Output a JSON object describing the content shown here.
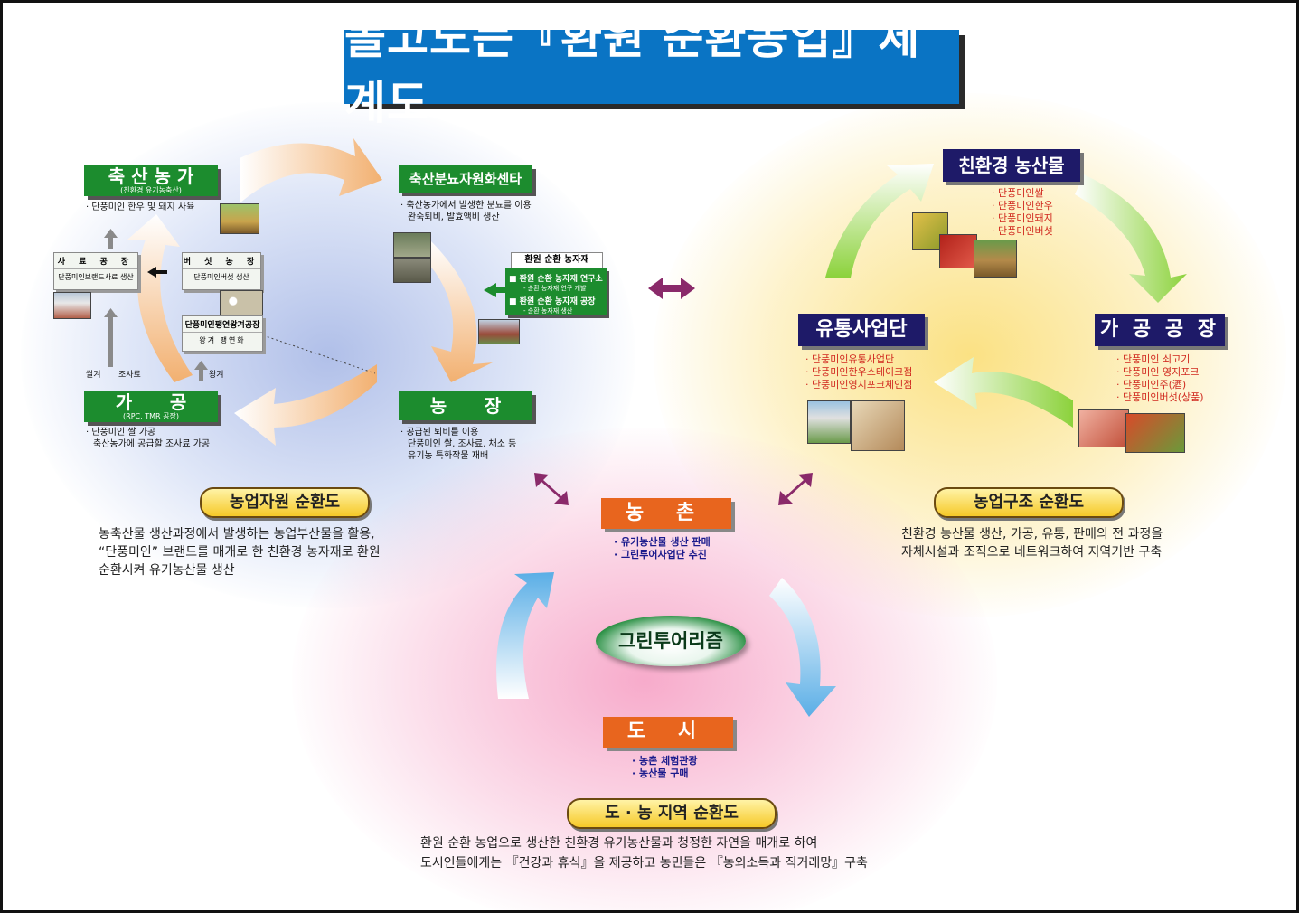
{
  "title": "돌고도는『환원 순환농업』체계도",
  "cycle1": {
    "livestock": {
      "label": "축 산 농 가",
      "sub": "(친환경 유기농축산)",
      "note": "· 단풍미인 한우 및 돼지 사육"
    },
    "feed_factory": {
      "label": "사 료 공 장",
      "body": "단풍미인브랜드사료 생산"
    },
    "mushroom": {
      "label": "버 섯 농 장",
      "body": "단풍미인버섯 생산"
    },
    "husk_factory": {
      "label": "단풍미인팽연왕겨공장",
      "body": "왕겨 팽연화"
    },
    "flow_labels": {
      "rice_husk": "쌀겨",
      "roughage": "조사료",
      "husk": "왕겨"
    },
    "processing": {
      "label": "가      공",
      "sub": "(RPC, TMR 공장)",
      "note1": "· 단풍미인 쌀 가공",
      "note2": "축산농가에 공급할 조사료 가공"
    },
    "manure_center": {
      "label": "축산분뇨자원화센타",
      "note1": "· 축산농가에서 발생한 분뇨를 이용",
      "note2": "완숙퇴비, 발효액비 생산"
    },
    "materials": {
      "title": "환원 순환 농자재",
      "item1": "■ 환원 순환 농자재 연구소",
      "item1_sub": "- 순환 농자재 연구 개발",
      "item2": "■ 환원 순환 농자재 공장",
      "item2_sub": "- 순환 농자재 생산"
    },
    "farm": {
      "label": "농      장",
      "note1": "· 공급된 퇴비를 이용",
      "note2": "단풍미인 쌀, 조사료, 채소 등",
      "note3": "유기농 특화작물 재배"
    },
    "name": "농업자원 순환도",
    "desc1": "농축산물 생산과정에서 발생하는 농업부산물을 활용,",
    "desc2": "“단풍미인” 브랜드를 매개로 한 친환경 농자재로 환원",
    "desc3": "순환시켜 유기농산물 생산"
  },
  "cycle2": {
    "eco_products": {
      "label": "친환경 농산물",
      "items": [
        "· 단풍미인쌀",
        "· 단풍미인한우",
        "· 단풍미인돼지",
        "· 단풍미인버섯"
      ]
    },
    "distribution": {
      "label": "유통사업단",
      "items": [
        "· 단풍미인유통사업단",
        "· 단풍미인한우스테이크점",
        "· 단풍미인영지포크체인점"
      ]
    },
    "factory": {
      "label": "가 공 공 장",
      "items": [
        "· 단풍미인 쇠고기",
        "· 단풍미인 영지포크",
        "· 단풍미인주(酒)",
        "· 단풍미인버섯(상품)"
      ]
    },
    "name": "농업구조 순환도",
    "desc1": "친환경 농산물 생산, 가공, 유통, 판매의 전 과정을",
    "desc2": "자체시설과 조직으로 네트워크하여 지역기반 구축"
  },
  "cycle3": {
    "village": {
      "label": "농 촌",
      "items": [
        "· 유기농산물 생산 판매",
        "· 그린투어사업단 추진"
      ]
    },
    "center": "그린투어리즘",
    "city": {
      "label": "도 시",
      "items": [
        "· 농촌 체험관광",
        "· 농산물 구매"
      ]
    },
    "name": "도 · 농 지역 순환도",
    "desc1": "환원 순환 농업으로 생산한 친환경 유기농산물과 청정한 자연을 매개로 하여",
    "desc2": "도시인들에게는 『건강과 휴식』을 제공하고 농민들은 『농외소득과 직거래망』구축"
  },
  "colors": {
    "title_bg": "#0a74c4",
    "green": "#1c8c2e",
    "navy": "#1e1a68",
    "orange": "#e8651e",
    "link_arrow": "#8a2a6a"
  },
  "icons": [
    "double-arrow-icon",
    "cycle-arrow-icon",
    "photo-thumbnail-icon"
  ]
}
